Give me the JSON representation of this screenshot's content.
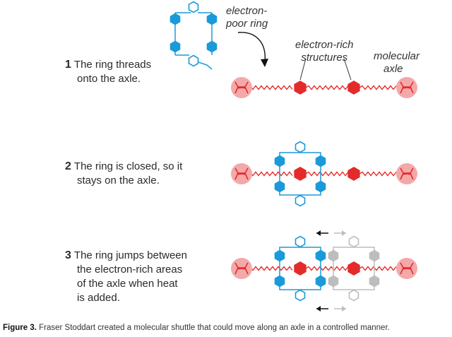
{
  "steps": [
    {
      "number": "1",
      "line1": "The ring threads",
      "line2": "onto the axle.",
      "line3": "",
      "line4": ""
    },
    {
      "number": "2",
      "line1": "The ring is closed, so it",
      "line2": "stays on the axle.",
      "line3": "",
      "line4": ""
    },
    {
      "number": "3",
      "line1": "The ring jumps between",
      "line2": "the electron-rich areas",
      "line3": "of the axle when heat",
      "line4": "is added."
    }
  ],
  "labels": {
    "poor_1": "electron-",
    "poor_2": "poor ring",
    "rich_1": "electron-rich",
    "rich_2": "structures",
    "axle_1": "molecular",
    "axle_2": "axle"
  },
  "caption": {
    "bold": "Figure 3.",
    "text": " Fraser Stoddart created a molecular shuttle that could move along an axle in a controlled manner."
  },
  "colors": {
    "blue": "#1a9ad9",
    "red": "#e42b2b",
    "stopper": "#f3a9a9",
    "ghost": "#bdbdbd"
  }
}
